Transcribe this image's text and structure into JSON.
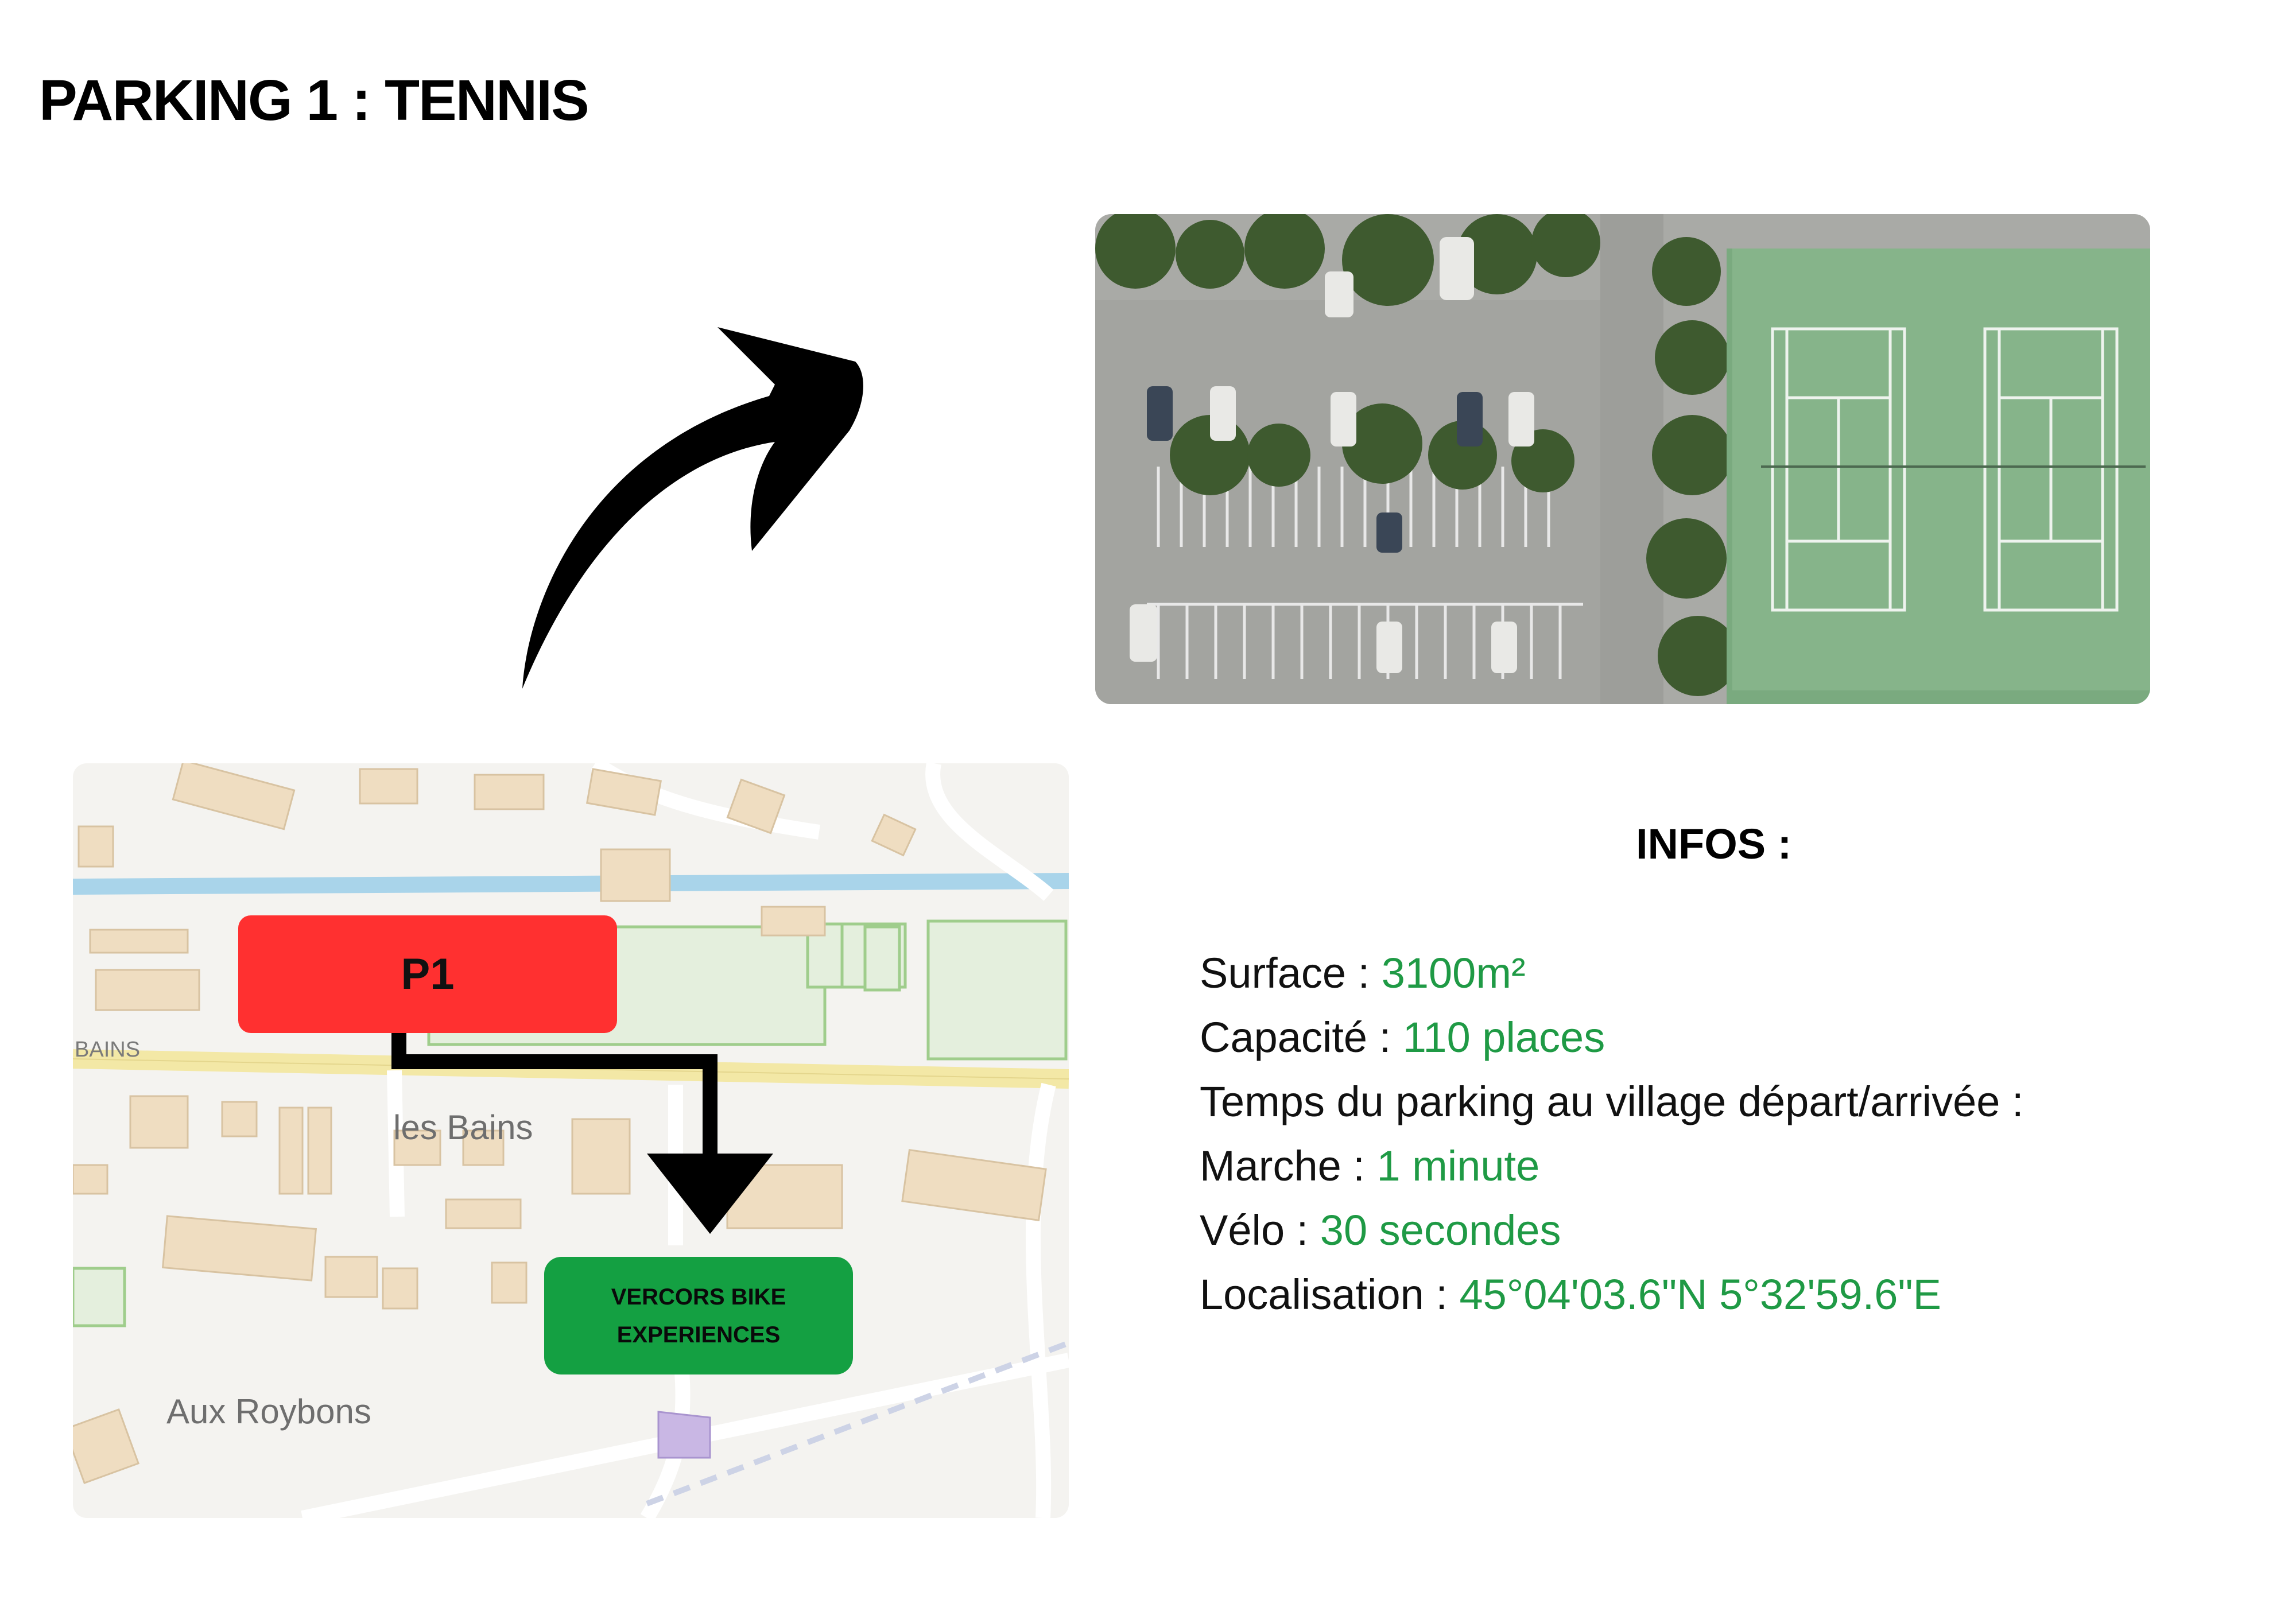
{
  "page": {
    "title": "PARKING 1 : TENNIS"
  },
  "map": {
    "p1_label": "P1",
    "destination_line1": "VERCORS BIKE",
    "destination_line2": "EXPERIENCES",
    "place_les_bains": "les Bains",
    "place_aux_roybons": "Aux Roybons",
    "road_bains": "BAINS",
    "colors": {
      "parking_marker": "#ff3030",
      "destination_marker": "#14a042"
    }
  },
  "infos": {
    "title": "INFOS :",
    "surface_label": "Surface : ",
    "surface_value": "3100m²",
    "capacity_label": "Capacité : ",
    "capacity_value": "110 places",
    "time_label": "Temps du parking au village départ/arrivée :",
    "walk_label": "Marche : ",
    "walk_value": "1 minute",
    "bike_label": "Vélo : ",
    "bike_value": "30 secondes",
    "location_label": "Localisation : ",
    "location_value": "45°04'03.6\"N 5°32'59.6\"E",
    "value_color": "#1f9a45"
  }
}
